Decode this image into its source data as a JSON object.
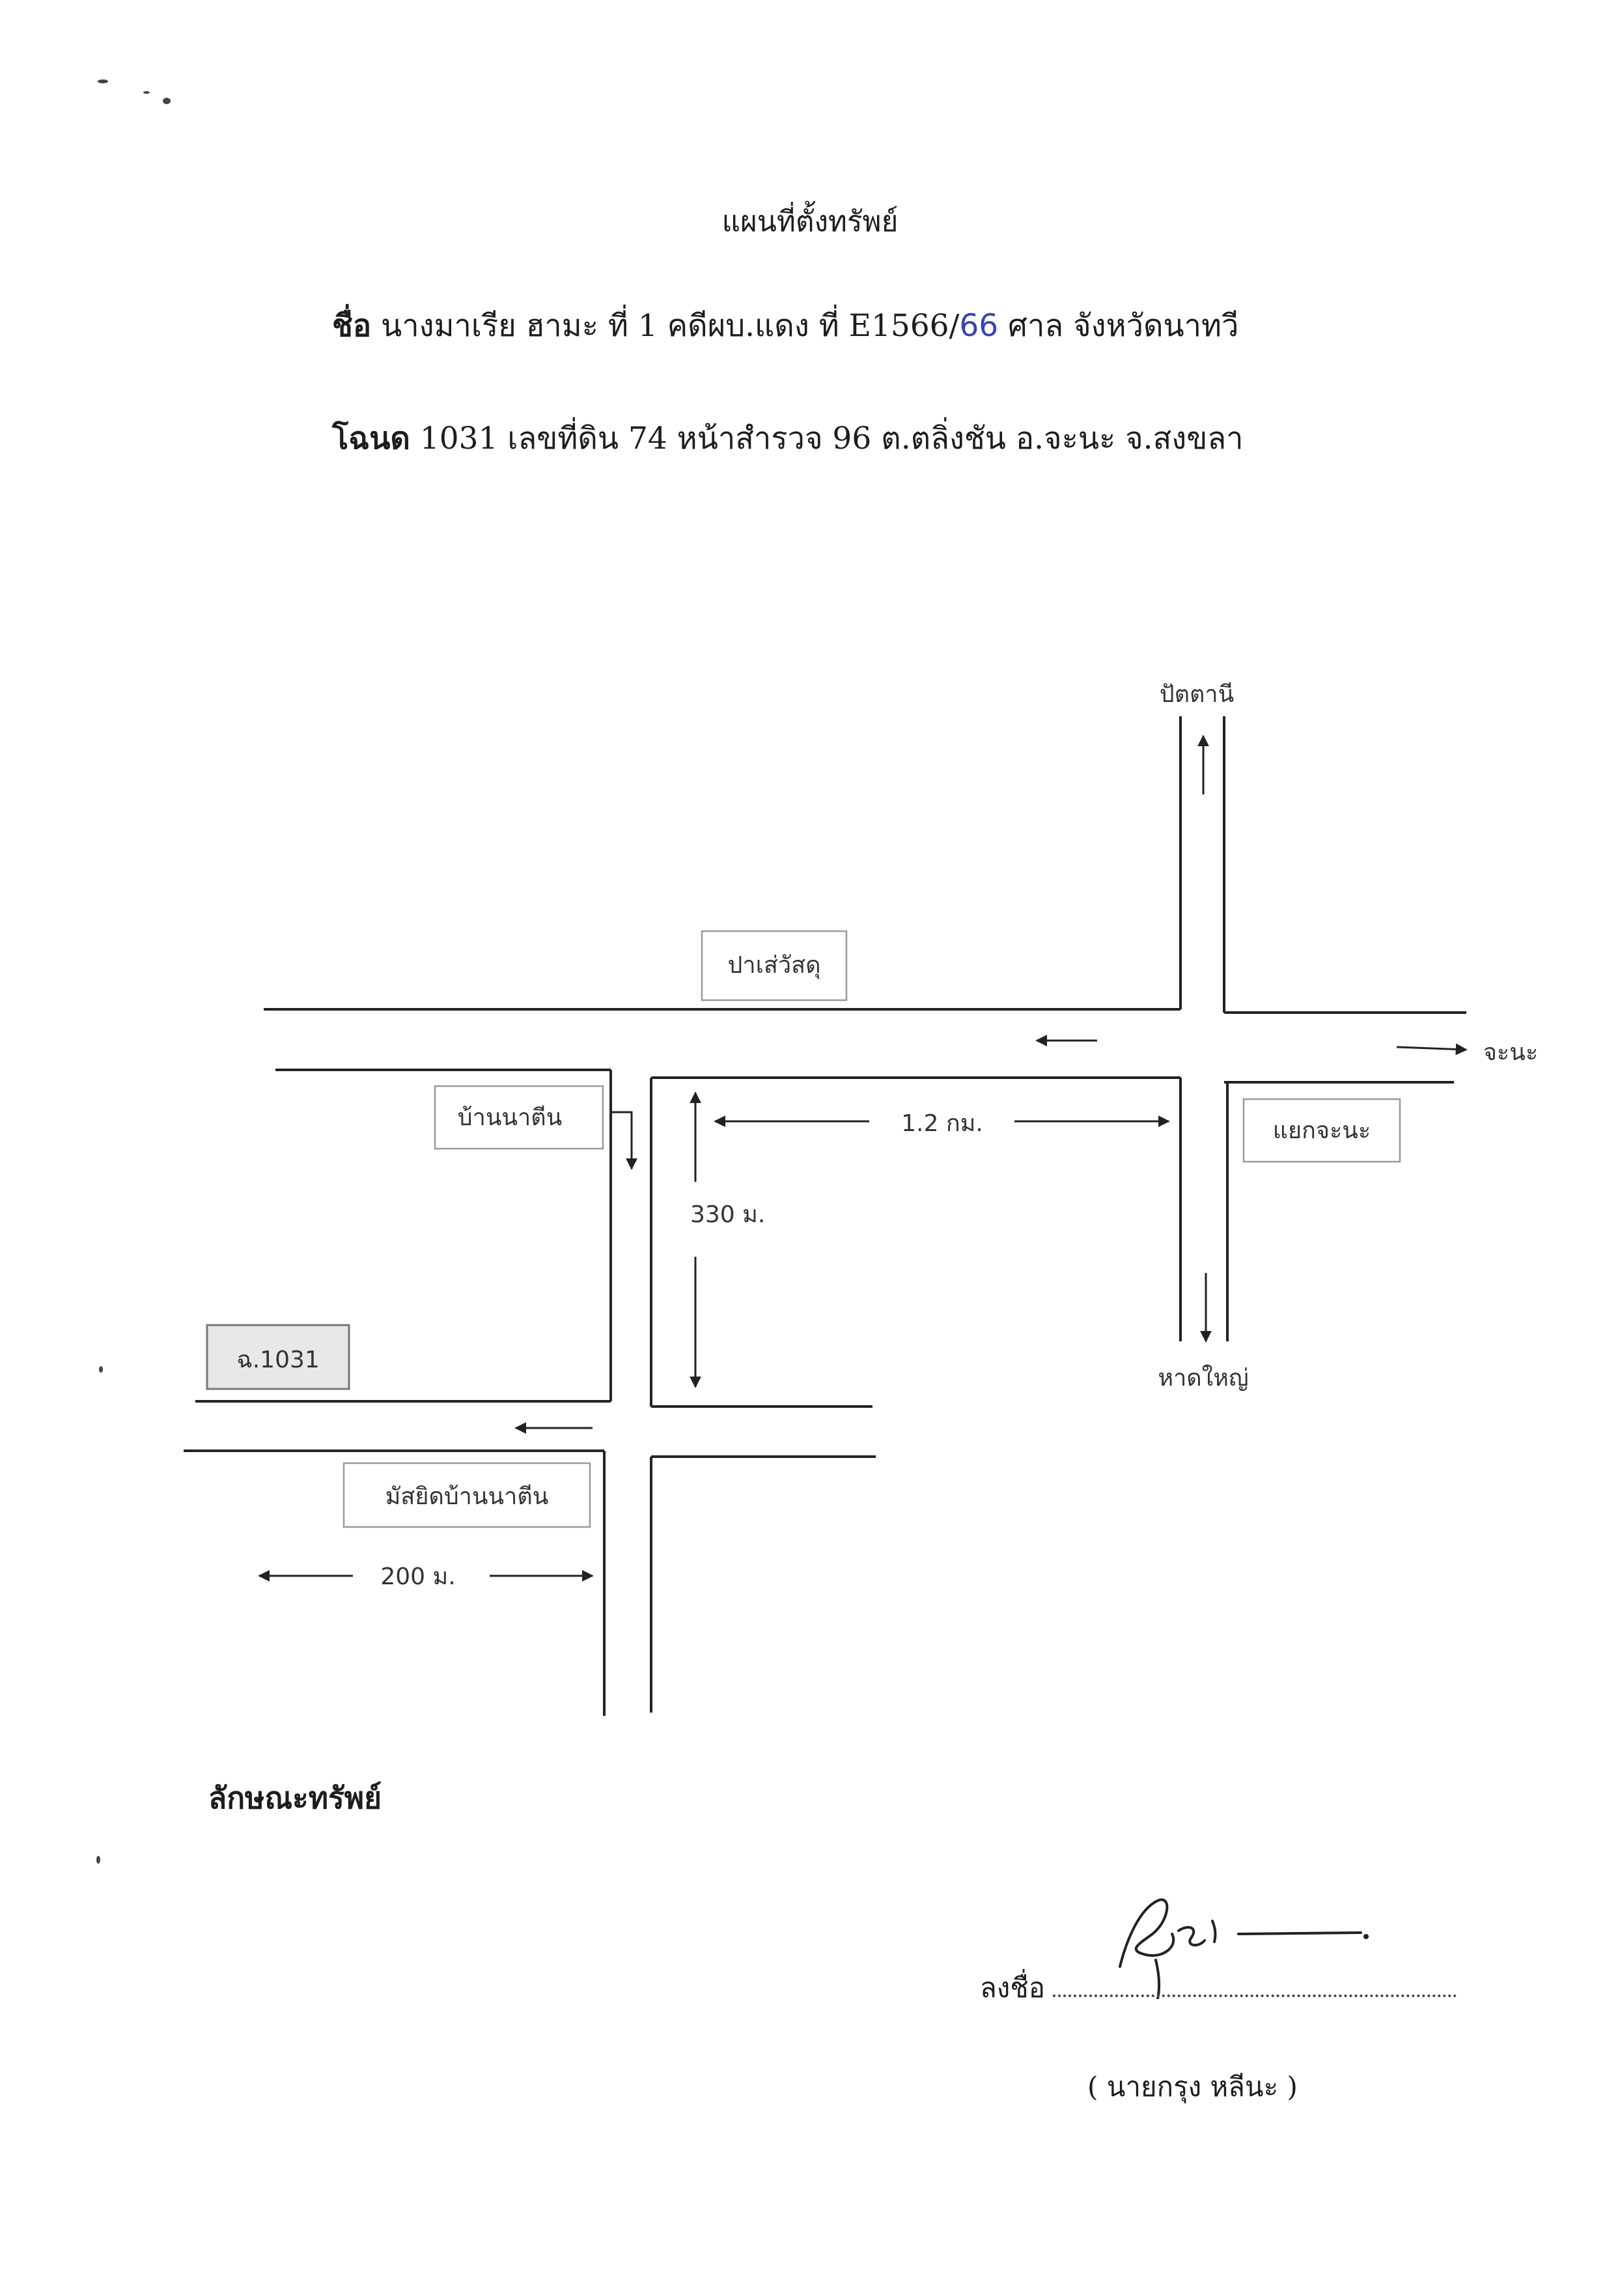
{
  "document": {
    "title": "แผนที่ตั้งทรัพย์",
    "line1": {
      "name_label": "ชื่อ",
      "name_value": "นางมาเรีย ฮามะ  ที่ 1  คดีผบ.แดง ที่ E1566/",
      "case_year": "66",
      "court": " ศาล จังหวัดนาทวี"
    },
    "line2": {
      "deed_label": "โฉนด",
      "deed_value": " 1031 เลขที่ดิน 74 หน้าสำรวจ 96 ต.ตลิ่งชัน อ.จะนะ จ.สงขลา"
    }
  },
  "map": {
    "label_pattani": "ปัตตานี",
    "label_pasawat": "ปาเส่วัสดุ",
    "label_chana": "จะนะ",
    "label_ban_na_tin": "บ้านนาตีน",
    "label_distance_1": "1.2 กม.",
    "label_chana_junction": "แยกจะนะ",
    "label_distance_2": "330 ม.",
    "label_deed_box": "ฉ.1031",
    "label_hat_yai": "หาดใหญ่",
    "label_mosque": "มัสยิดบ้านนาตีน",
    "label_distance_3": "200 ม."
  },
  "property": {
    "heading": "ลักษณะทรัพย์"
  },
  "signature": {
    "sign_label": "ลงชื่อ",
    "signer_name": "(  นายกรุง หลีนะ  )"
  }
}
